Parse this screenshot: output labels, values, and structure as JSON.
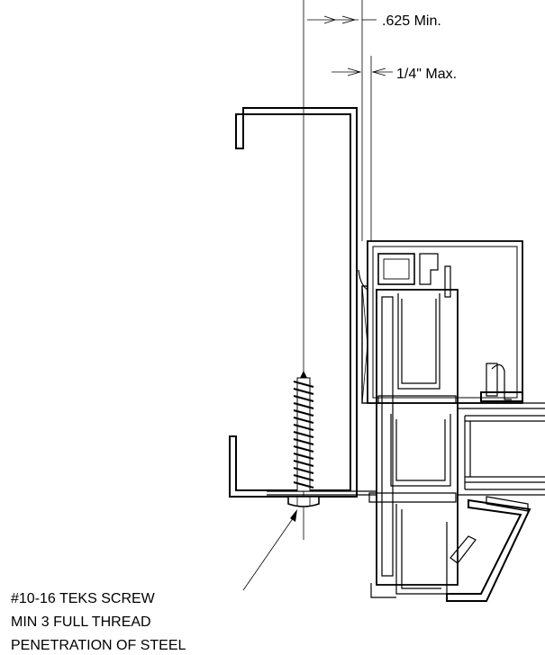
{
  "dimensions": {
    "min_edge": ".625 Min.",
    "max_gap": "1/4\" Max."
  },
  "callout": {
    "line1": "#10-16 TEKS SCREW",
    "line2": "MIN 3 FULL THREAD",
    "line3": "PENETRATION OF STEEL"
  }
}
